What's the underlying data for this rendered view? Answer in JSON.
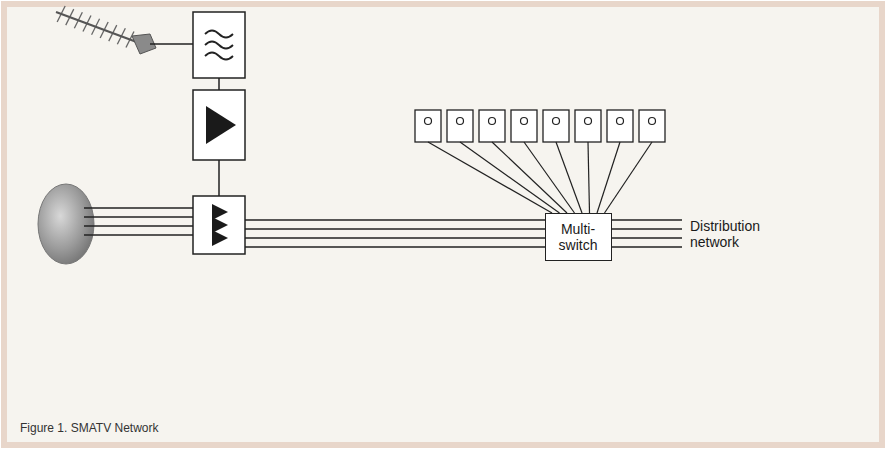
{
  "diagram": {
    "caption": "Figure 1. SMATV Network",
    "nodes": [
      {
        "text": [
          "Multi- switch"
        ]
      }
    ],
    "labels": [
      "Distribution network"
    ]
  }
}
